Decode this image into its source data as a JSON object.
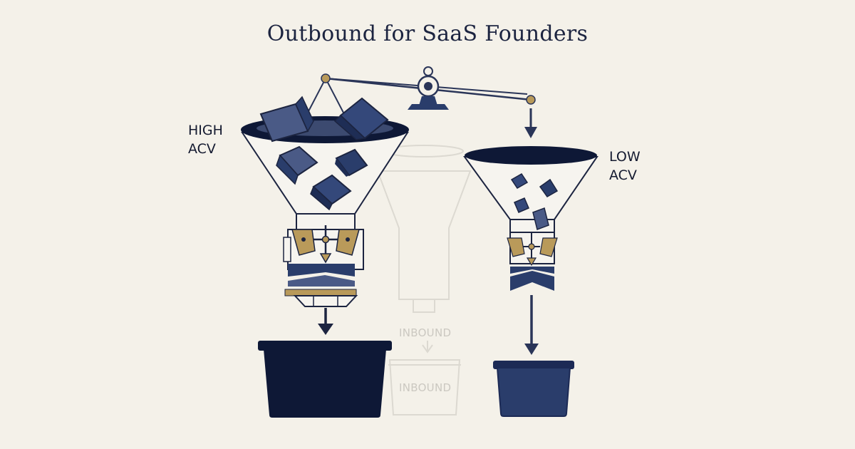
{
  "title": "Outbound for SaaS Founders",
  "labels": {
    "high_line1": "HIGH",
    "high_line2": "ACV",
    "low_line1": "LOW",
    "low_line2": "ACV",
    "ghost_inbound_funnel": "INBOUND",
    "ghost_inbound_bucket": "INBOUND"
  },
  "colors": {
    "background": "#f4f1e9",
    "navy_dark": "#0e1836",
    "navy": "#2a3d6b",
    "slate": "#4a5a86",
    "gold": "#b99a5a",
    "ghost": "#d9d6cf"
  },
  "icons": [
    "balance-scale-icon",
    "funnel-icon",
    "sorting-gear-icon",
    "arrow-down-icon",
    "bucket-icon",
    "cube-icon"
  ]
}
